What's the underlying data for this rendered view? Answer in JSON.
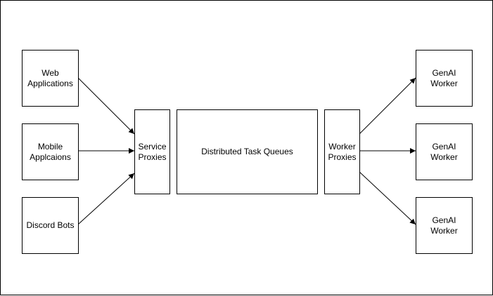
{
  "diagram": {
    "sources": [
      {
        "id": "web",
        "label": "Web\nApplications"
      },
      {
        "id": "mobile",
        "label": "Mobile\nApplcaions"
      },
      {
        "id": "discord",
        "label": "Discord Bots"
      }
    ],
    "service_proxies": {
      "label": "Service\nProxies"
    },
    "task_queues": {
      "label": "Distributed Task Queues"
    },
    "worker_proxies": {
      "label": "Worker\nProxies"
    },
    "workers": [
      {
        "id": "worker1",
        "label": "GenAI\nWorker"
      },
      {
        "id": "worker2",
        "label": "GenAI\nWorker"
      },
      {
        "id": "worker3",
        "label": "GenAI\nWorker"
      }
    ],
    "edges": [
      {
        "from": "web",
        "to": "service_proxies"
      },
      {
        "from": "mobile",
        "to": "service_proxies"
      },
      {
        "from": "discord",
        "to": "service_proxies"
      },
      {
        "from": "worker_proxies",
        "to": "worker1"
      },
      {
        "from": "worker_proxies",
        "to": "worker2"
      },
      {
        "from": "worker_proxies",
        "to": "worker3"
      }
    ],
    "colors": {
      "stroke": "#000000",
      "fill": "#ffffff",
      "text": "#000000"
    }
  }
}
